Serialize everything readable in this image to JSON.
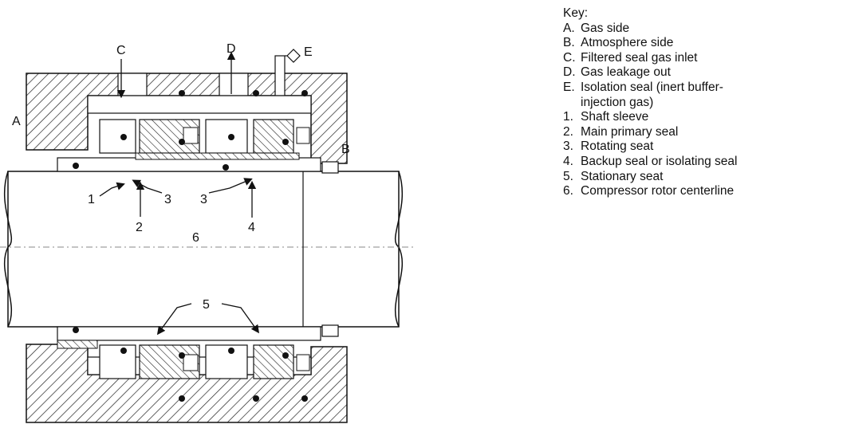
{
  "diagram": {
    "letters": {
      "A": "A",
      "B": "B",
      "C": "C",
      "D": "D",
      "E": "E"
    },
    "numbers": {
      "n1": "1",
      "n2": "2",
      "n3a": "3",
      "n3b": "3",
      "n4": "4",
      "n5": "5",
      "n6": "6"
    }
  },
  "key": {
    "title": "Key:",
    "items": [
      {
        "code": "A.",
        "text": "Gas side"
      },
      {
        "code": "B.",
        "text": "Atmosphere side"
      },
      {
        "code": "C.",
        "text": "Filtered seal gas inlet"
      },
      {
        "code": "D.",
        "text": "Gas leakage out"
      },
      {
        "code": "E.",
        "text": "Isolation seal (inert buffer-injection gas)"
      },
      {
        "code": "1.",
        "text": "Shaft sleeve"
      },
      {
        "code": "2.",
        "text": "Main primary seal"
      },
      {
        "code": "3.",
        "text": "Rotating seat"
      },
      {
        "code": "4.",
        "text": "Backup seal or isolating seal"
      },
      {
        "code": "5.",
        "text": "Stationary seat"
      },
      {
        "code": "6.",
        "text": "Compressor rotor centerline"
      }
    ]
  }
}
